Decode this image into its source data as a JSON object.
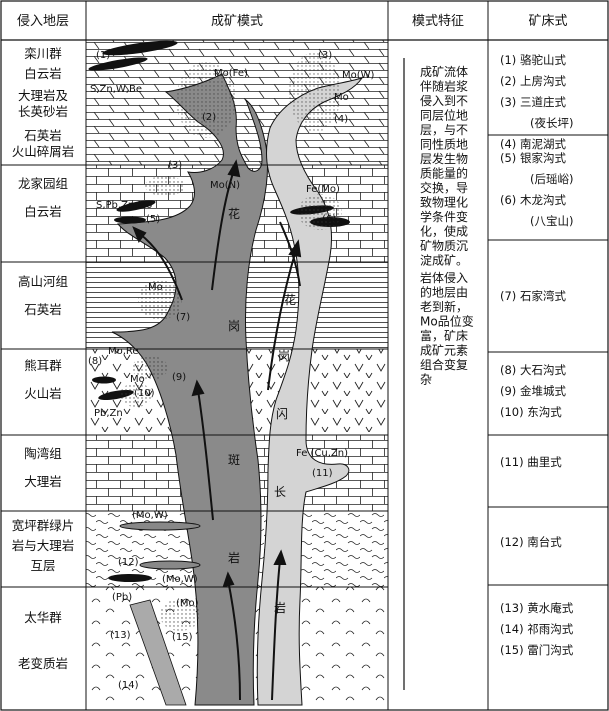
{
  "header": {
    "col1": "侵入地层",
    "col2": "成矿模式",
    "col3": "模式特征",
    "col4": "矿床式"
  },
  "strata": [
    [
      "栾川群",
      "白云岩",
      "大理岩及",
      "长英砂岩",
      "石英岩",
      "火山碎屑岩"
    ],
    [
      "龙家园组",
      "白云岩"
    ],
    [
      "高山河组",
      "石英岩"
    ],
    [
      "熊耳群",
      "火山岩"
    ],
    [
      "陶湾组",
      "大理岩"
    ],
    [
      "宽坪群绿片",
      "岩与大理岩",
      "互层"
    ],
    [
      "太华群",
      "老变质岩"
    ]
  ],
  "features": {
    "lines1": [
      "成矿流体",
      "伴随岩浆",
      "侵入到不",
      "同层位地",
      "层，与不",
      "同性质地",
      "层发生物",
      "质能量的",
      "交换，导",
      "致物理化",
      "学条件变",
      "化，使成",
      "矿物质沉",
      "淀成矿。"
    ],
    "lines2": [
      "岩体侵入",
      "的地层由",
      "老到新，",
      "Mo品位变",
      "富，矿床",
      "成矿元素",
      "组合变复",
      "杂"
    ]
  },
  "deposits": [
    [
      "(1) 骆驼山式",
      "(2) 上房沟式",
      "(3) 三道庄式",
      "(夜长坪)",
      "(4) 南泥湖式"
    ],
    [
      "(5) 银家沟式",
      "(后瑶峪)",
      "(6) 木龙沟式",
      "(八宝山)"
    ],
    [
      "(7) 石家湾式"
    ],
    [
      "(8) 大石沟式",
      "(9) 金堆城式",
      "(10) 东沟式"
    ],
    [
      "(11) 曲里式"
    ],
    [
      "(12) 南台式"
    ],
    [
      "(13) 黄水庵式",
      "(14) 祁雨沟式",
      "(15) 雷门沟式"
    ]
  ],
  "model_labels": {
    "n1": "(1)",
    "n1_elements": "S,Zn,W,Be",
    "mo_fe": "Mo(Fe)",
    "n2": "(2)",
    "n3_top": "(3)",
    "mo_w_top": "Mo(W)",
    "mo_top": "Mo",
    "n4": "(4)",
    "n3_mid": "(3)",
    "mo_n": "Mo(N)",
    "s_pb_zn_mo": "S,Pb,Zn,Mo",
    "n5": "(5)",
    "fe_mo": "Fe(Mo)",
    "n6": "(6)",
    "mo_7": "Mo",
    "n7": "(7)",
    "n8": "(8)",
    "mo_re": "Mo,Re",
    "n9": "(9)",
    "mo_10": "Mo",
    "n10": "(10)",
    "pb_zn": "Pb,Zn",
    "fe_cu_zn": "Fe (Cu,Zn)",
    "n11": "(11)",
    "mo_w_12a": "(Mo,W)",
    "n12": "(12)",
    "mo_w_12b": "(Mo,W)",
    "pb": "(Pb)",
    "mo_15": "(Mo)",
    "n13": "(13)",
    "n15": "(15)",
    "n14": "(14)"
  },
  "rock_names": {
    "porphyry": [
      "花",
      "岗",
      "斑",
      "岩"
    ],
    "granodiorite": [
      "花",
      "岗",
      "闪",
      "长",
      "岩"
    ]
  }
}
